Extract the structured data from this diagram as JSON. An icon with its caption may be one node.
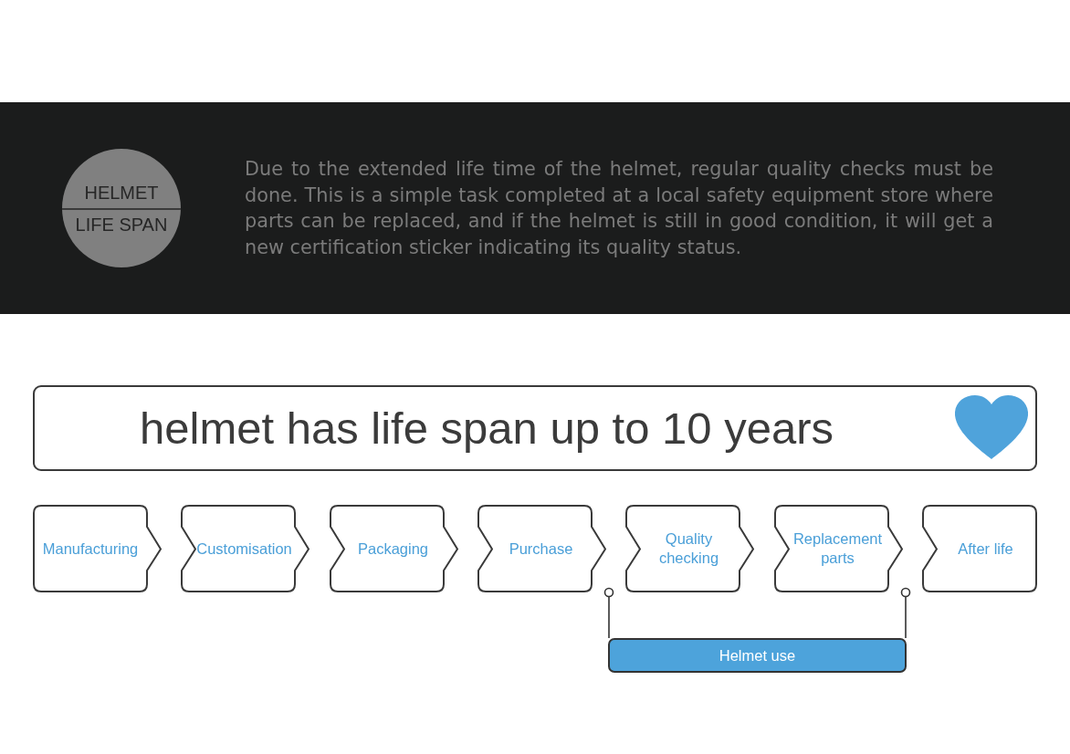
{
  "diagram": {
    "nodes": [
      {
        "text": [
          "Due to the extended life time of the helmet, regular quality checks must be done. This is a simple task completed at a local safety equipment store where parts can be replaced, and if the helmet is still in good condition, it will get a new certification sticker indicating its quality status."
        ]
      },
      {
        "text": [
          "HELMET",
          "LIFE SPAN"
        ],
        "in": 0
      },
      {
        "text": [
          "helmet has life span up to 10 years"
        ]
      },
      {
        "text": [
          "Manufacturing"
        ]
      },
      {
        "text": [
          "Customisation"
        ]
      },
      {
        "text": [
          "Packaging"
        ]
      },
      {
        "text": [
          "Purchase"
        ]
      },
      {
        "text": [
          "Quality checking"
        ]
      },
      {
        "text": [
          "Replacement parts"
        ]
      },
      {
        "text": [
          "After life"
        ]
      },
      {
        "text": [
          "Helmet use"
        ]
      }
    ]
  }
}
